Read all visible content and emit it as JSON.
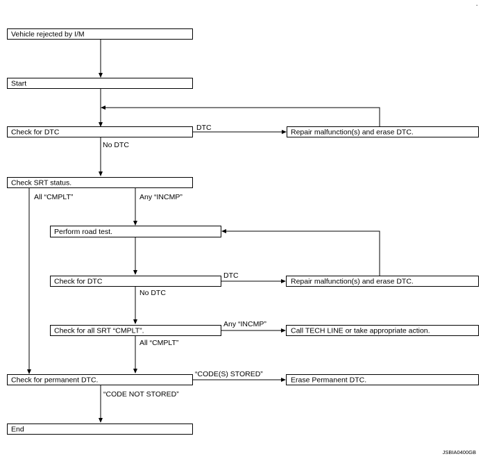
{
  "boxes": {
    "rejected": "Vehicle rejected by I/M",
    "start": "Start",
    "check_dtc_1": "Check for DTC",
    "repair_1": "Repair malfunction(s) and erase DTC.",
    "check_srt": "Check SRT status.",
    "road_test": "Perform road test.",
    "check_dtc_2": "Check for DTC",
    "repair_2": "Repair malfunction(s) and erase DTC.",
    "check_all_srt": "Check for all SRT “CMPLT”.",
    "tech_line": "Call TECH LINE or take appropriate action.",
    "check_perm": "Check for permanent DTC.",
    "erase_perm": "Erase Permanent DTC.",
    "end": "End"
  },
  "labels": {
    "dtc_1": "DTC",
    "no_dtc_1": "No DTC",
    "all_cmplt_1": "All “CMPLT”",
    "any_incmp_1": "Any “INCMP”",
    "dtc_2": "DTC",
    "no_dtc_2": "No DTC",
    "any_incmp_2": "Any “INCMP”",
    "all_cmplt_2": "All “CMPLT”",
    "codes_stored": "“CODE(S) STORED”",
    "code_not_stored": "“CODE NOT STORED”"
  },
  "footer": {
    "code": "JSBIA0400GB",
    "corner_mark": "-"
  }
}
